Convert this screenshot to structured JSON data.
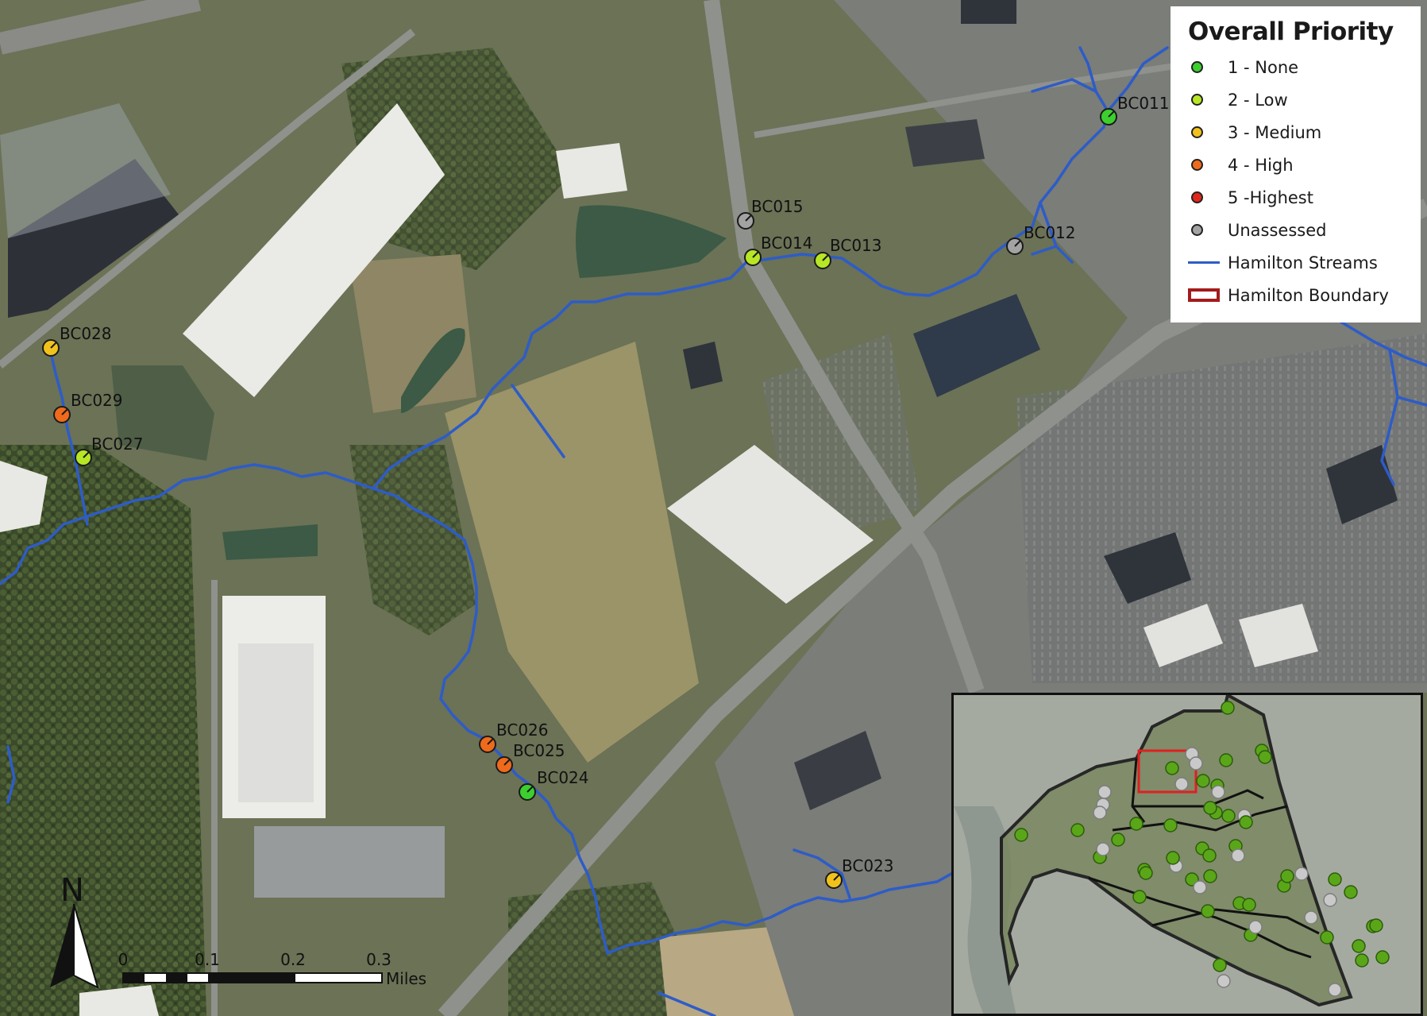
{
  "legend": {
    "title": "Overall Priority",
    "items": [
      {
        "label": "1 - None",
        "type": "dot",
        "color": "#3ccf2e"
      },
      {
        "label": "2 - Low",
        "type": "dot",
        "color": "#b7e625"
      },
      {
        "label": "3 - Medium",
        "type": "dot",
        "color": "#f2c21c"
      },
      {
        "label": "4 - High",
        "type": "dot",
        "color": "#f06a1b"
      },
      {
        "label": "5 -Highest",
        "type": "dot",
        "color": "#e3261c"
      },
      {
        "label": "Unassessed",
        "type": "dot",
        "color": "#a3a3a3"
      },
      {
        "label": "Hamilton Streams",
        "type": "line",
        "color": "#2e5cc7"
      },
      {
        "label": "Hamilton Boundary",
        "type": "rect",
        "color": "#a31b1b"
      }
    ]
  },
  "sites": [
    {
      "id": "BC011",
      "priority": "1 - None"
    },
    {
      "id": "BC012",
      "priority": "Unassessed"
    },
    {
      "id": "BC013",
      "priority": "2 - Low"
    },
    {
      "id": "BC014",
      "priority": "2 - Low"
    },
    {
      "id": "BC015",
      "priority": "Unassessed"
    },
    {
      "id": "BC023",
      "priority": "3 - Medium"
    },
    {
      "id": "BC024",
      "priority": "1 - None"
    },
    {
      "id": "BC025",
      "priority": "4 - High"
    },
    {
      "id": "BC026",
      "priority": "4 - High"
    },
    {
      "id": "BC027",
      "priority": "2 - Low"
    },
    {
      "id": "BC028",
      "priority": "3 - Medium"
    },
    {
      "id": "BC029",
      "priority": "4 - High"
    }
  ],
  "north_arrow": "N",
  "scale_bar": {
    "ticks": [
      "0",
      "0.1",
      "0.2",
      "0.3"
    ],
    "units": "Miles"
  },
  "colors": {
    "stream": "#2e5cc7",
    "inset_extent": "#e02020",
    "inset_boundary": "#111111"
  }
}
